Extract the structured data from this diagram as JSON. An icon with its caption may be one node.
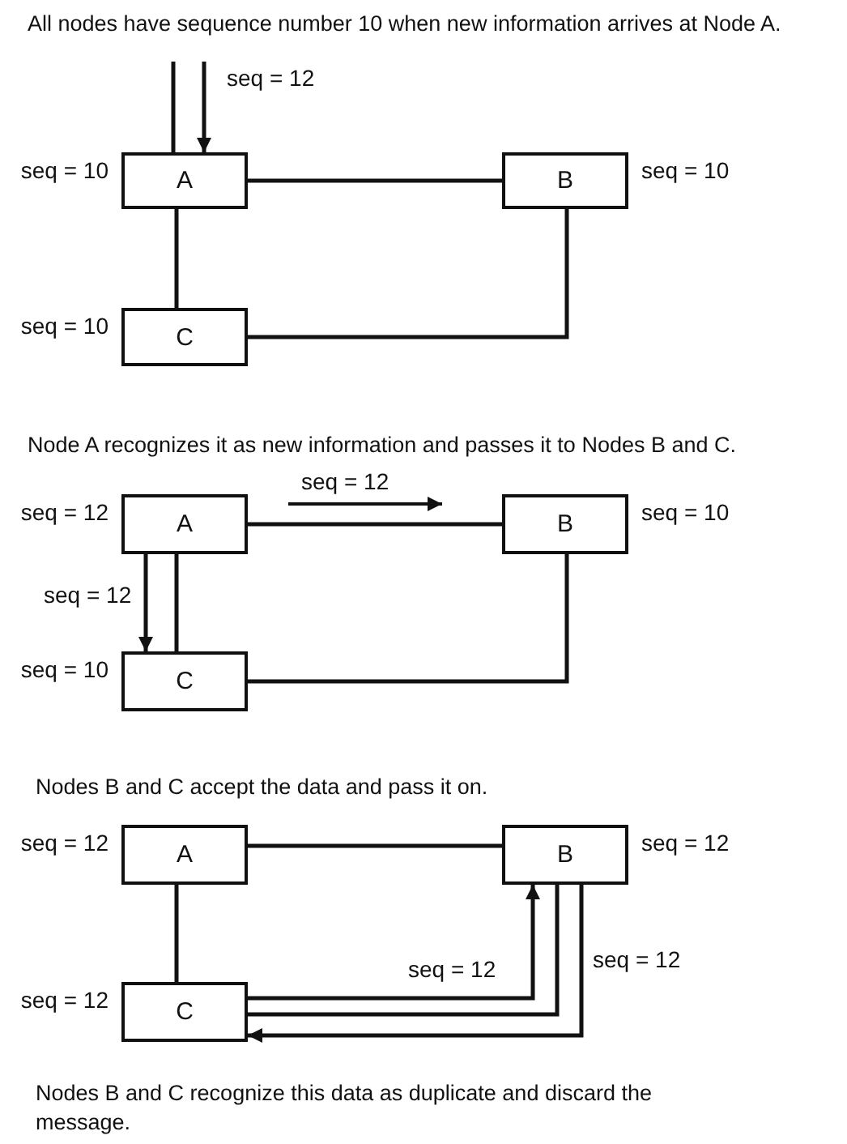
{
  "diagram": {
    "nodes": [
      {
        "text": [
          "A"
        ],
        "beside": [
          "seq = 10"
        ]
      },
      {
        "text": [
          "B"
        ],
        "beside": [
          "seq = 10"
        ]
      },
      {
        "text": [
          "C"
        ],
        "beside": [
          "seq = 10"
        ]
      },
      {
        "text": [
          "A"
        ],
        "beside": [
          "seq = 12"
        ]
      },
      {
        "text": [
          "B"
        ],
        "beside": [
          "seq = 10"
        ]
      },
      {
        "text": [
          "C"
        ],
        "beside": [
          "seq = 10"
        ]
      },
      {
        "text": [
          "A"
        ],
        "beside": [
          "seq = 12"
        ]
      },
      {
        "text": [
          "B"
        ],
        "beside": [
          "seq = 12"
        ]
      },
      {
        "text": [
          "C"
        ],
        "beside": [
          "seq = 12"
        ]
      }
    ],
    "edges": [
      {
        "from": null,
        "to": 0,
        "arrow": "none"
      },
      {
        "from": null,
        "to": 0,
        "arrow": "to",
        "label": "seq = 12"
      },
      {
        "from": 0,
        "to": 1,
        "arrow": "none"
      },
      {
        "from": 0,
        "to": 2,
        "arrow": "none"
      },
      {
        "from": 2,
        "to": 1,
        "arrow": "none"
      },
      {
        "from": 3,
        "to": 4,
        "arrow": "none"
      },
      {
        "from": 3,
        "to": 5,
        "arrow": "to",
        "label": "seq = 12"
      },
      {
        "from": 3,
        "to": 5,
        "arrow": "none"
      },
      {
        "from": 5,
        "to": 4,
        "arrow": "none"
      },
      {
        "from": 6,
        "to": 7,
        "arrow": "none"
      },
      {
        "from": 6,
        "to": 8,
        "arrow": "none"
      },
      {
        "from": 8,
        "to": 7,
        "arrow": "to",
        "label": "seq = 12"
      },
      {
        "from": 8,
        "to": 7,
        "arrow": "none"
      },
      {
        "from": 7,
        "to": 8,
        "arrow": "to",
        "label": "seq = 12"
      }
    ],
    "labels": [
      "All nodes have sequence number 10 when new information arrives at Node A.",
      "Node A recognizes it as new information and passes it to Nodes B and C.",
      "seq = 12",
      "Nodes B and C accept the data and pass it on.",
      "Nodes B and C recognize this data as duplicate and discard the message."
    ]
  }
}
